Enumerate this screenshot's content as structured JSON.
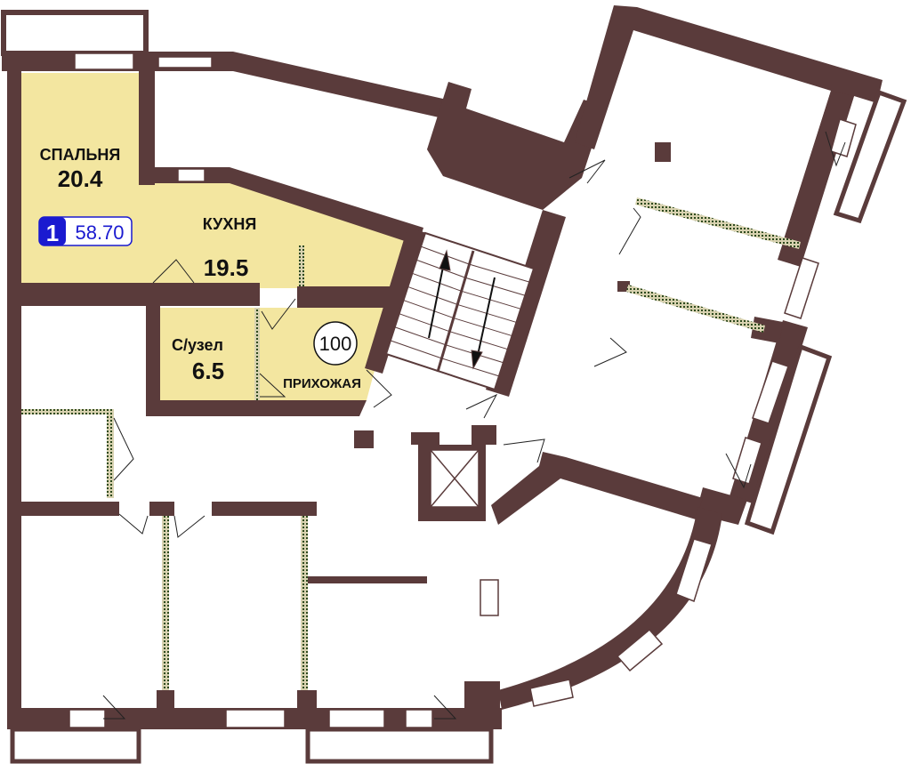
{
  "colors": {
    "wall": "#5a3b3b",
    "highlight": "#f3e6a0",
    "badge": "#1a1ad0",
    "window": "#ffffff",
    "partition": "#3a5a2a"
  },
  "rooms": {
    "bedroom": {
      "name": "СПАЛЬНЯ",
      "area": "20.4"
    },
    "kitchen": {
      "name": "КУХНЯ",
      "area": "19.5"
    },
    "bathroom": {
      "name": "С/узел",
      "area": "6.5"
    },
    "hallway": {
      "name": "ПРИХОЖАЯ"
    }
  },
  "apartment": {
    "rooms_count": "1",
    "total_area": "58.70",
    "number": "100"
  },
  "icons": [
    "stair-arrow-up-icon",
    "stair-arrow-down-icon",
    "elevator-icon"
  ]
}
